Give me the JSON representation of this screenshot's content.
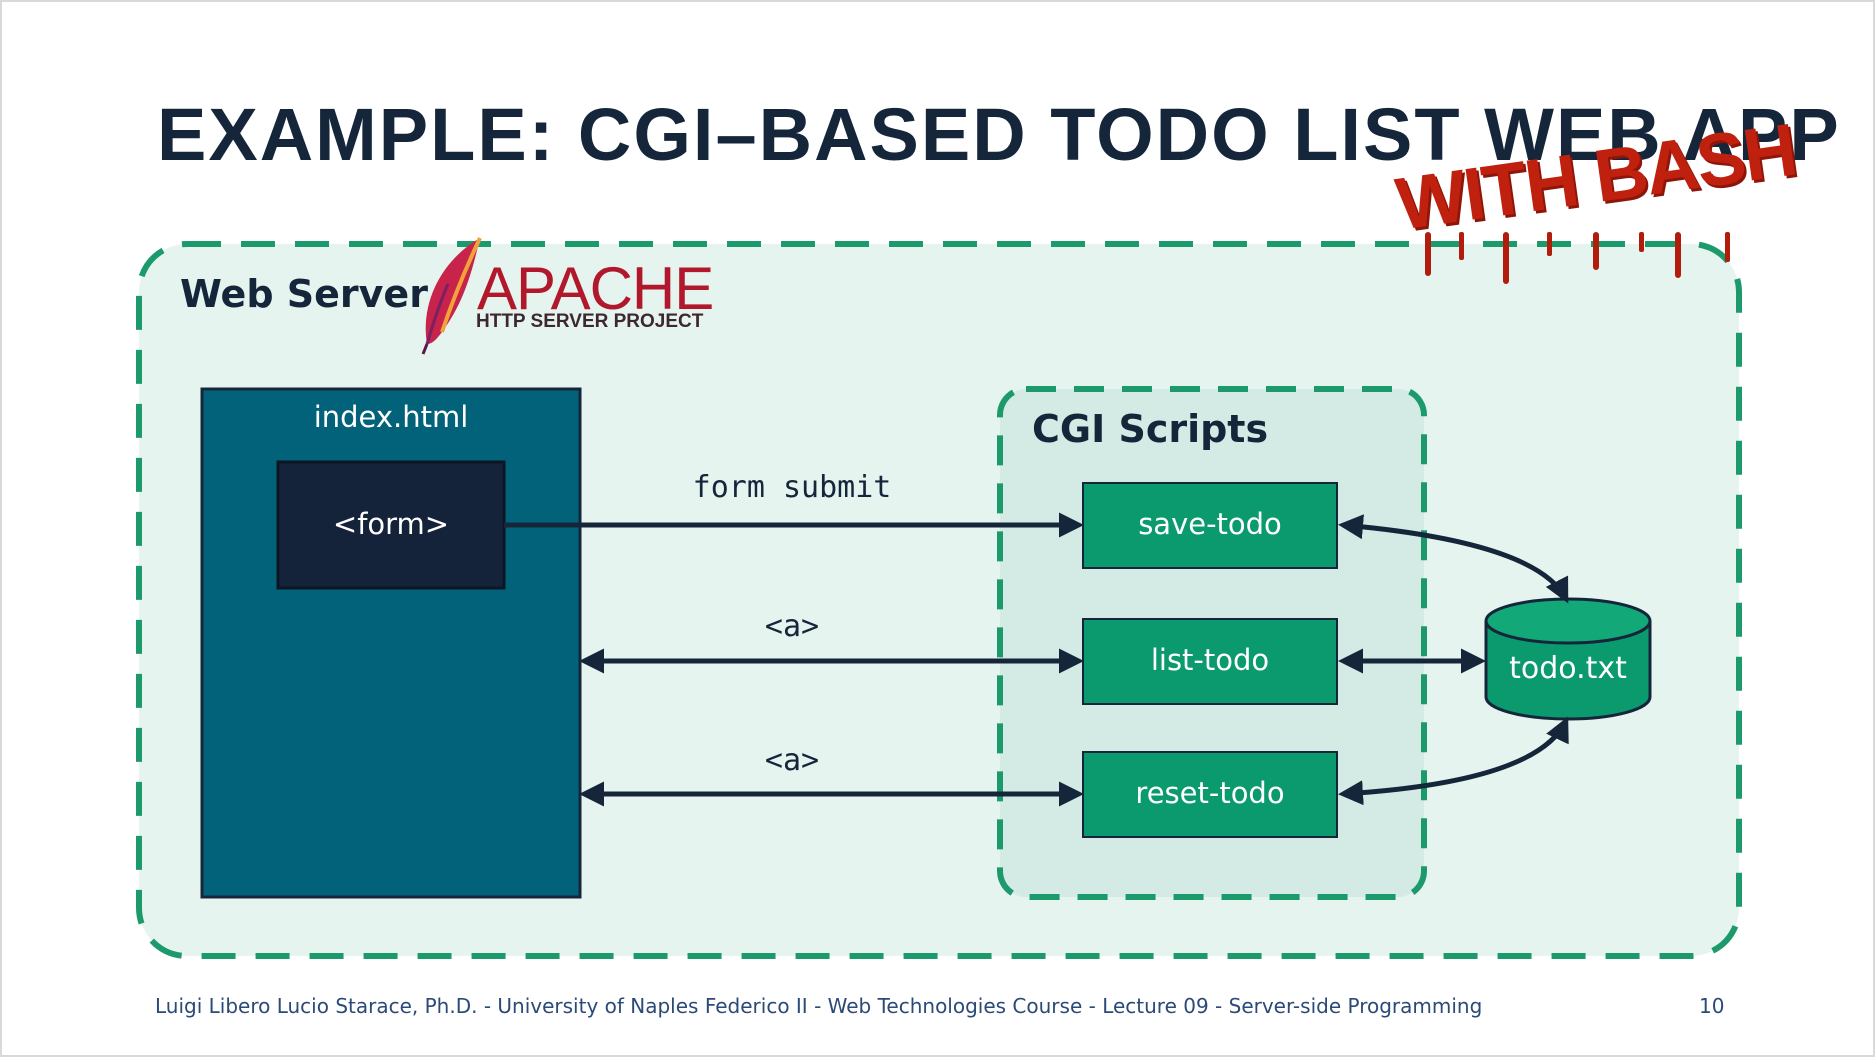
{
  "slide": {
    "title": "EXAMPLE: CGI–BASED TODO LIST WEB APP",
    "stamp": "WITH BASH",
    "footer": "Luigi Libero Lucio Starace, Ph.D. - University of Naples Federico II - Web Technologies Course - Lecture 09 - Server-side Programming",
    "page_number": "10"
  },
  "diagram": {
    "web_server_label": "Web Server",
    "apache_logo": {
      "name": "APACHE",
      "subtitle": "HTTP SERVER PROJECT",
      "icon": "apache-feather-icon"
    },
    "index_page": {
      "label": "index.html",
      "form_label": "<form>"
    },
    "cgi_group_label": "CGI Scripts",
    "scripts": [
      {
        "label": "save-todo"
      },
      {
        "label": "list-todo"
      },
      {
        "label": "reset-todo"
      }
    ],
    "datastore": {
      "label": "todo.txt",
      "icon": "cylinder-database-icon"
    },
    "edges": [
      {
        "from": "<form>",
        "to": "save-todo",
        "label": "form submit",
        "direction": "forward"
      },
      {
        "from": "index.html",
        "to": "list-todo",
        "label": "<a>",
        "direction": "both"
      },
      {
        "from": "index.html",
        "to": "reset-todo",
        "label": "<a>",
        "direction": "both"
      },
      {
        "from": "save-todo",
        "to": "todo.txt",
        "label": "",
        "direction": "both"
      },
      {
        "from": "list-todo",
        "to": "todo.txt",
        "label": "",
        "direction": "both"
      },
      {
        "from": "reset-todo",
        "to": "todo.txt",
        "label": "",
        "direction": "both"
      }
    ],
    "colors": {
      "server_fill": "#e6f4f0",
      "server_border": "#1c9a6c",
      "cgi_fill": "#d3ebe4",
      "script_fill": "#0a9a6d",
      "index_fill": "#02627a",
      "form_fill": "#15233a",
      "arrow": "#15263b",
      "stamp": "#c0210f"
    }
  }
}
